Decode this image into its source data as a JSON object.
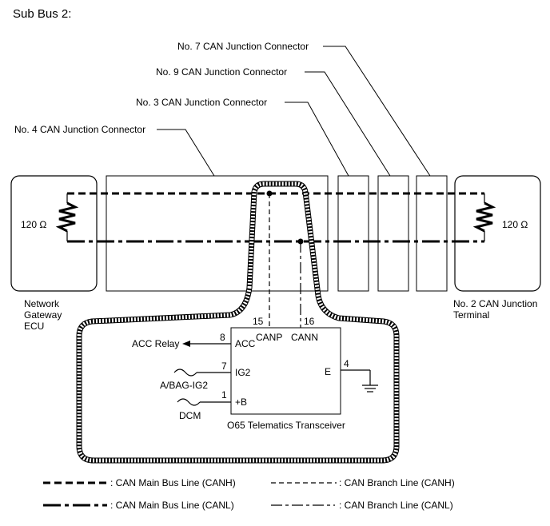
{
  "title": "Sub Bus 2:",
  "connectors": {
    "no7": "No. 7 CAN Junction Connector",
    "no9": "No. 9 CAN Junction Connector",
    "no3": "No. 3 CAN Junction Connector",
    "no4": "No. 4 CAN Junction Connector"
  },
  "resistor_left": "120 Ω",
  "resistor_right": "120 Ω",
  "ecu_left": {
    "line1": "Network",
    "line2": "Gateway",
    "line3": "ECU"
  },
  "terminal_right": {
    "line1": "No. 2 CAN Junction",
    "line2": "Terminal"
  },
  "transceiver": {
    "name": "O65  Telematics Transceiver",
    "pins": {
      "canp_num": "15",
      "cann_num": "16",
      "canp": "CANP",
      "cann": "CANN",
      "acc_num": "8",
      "acc": "ACC",
      "ig2_num": "7",
      "ig2": "IG2",
      "b_num": "1",
      "b": "+B",
      "e_num": "4",
      "e": "E"
    },
    "acc_relay": "ACC Relay",
    "abag": "A/BAG-IG2",
    "dcm": "DCM"
  },
  "legend": {
    "main_canh": ": CAN Main Bus Line (CANH)",
    "branch_canh": ": CAN Branch Line (CANH)",
    "main_canl": ": CAN Main Bus Line (CANL)",
    "branch_canl": ": CAN Branch Line (CANL)"
  }
}
